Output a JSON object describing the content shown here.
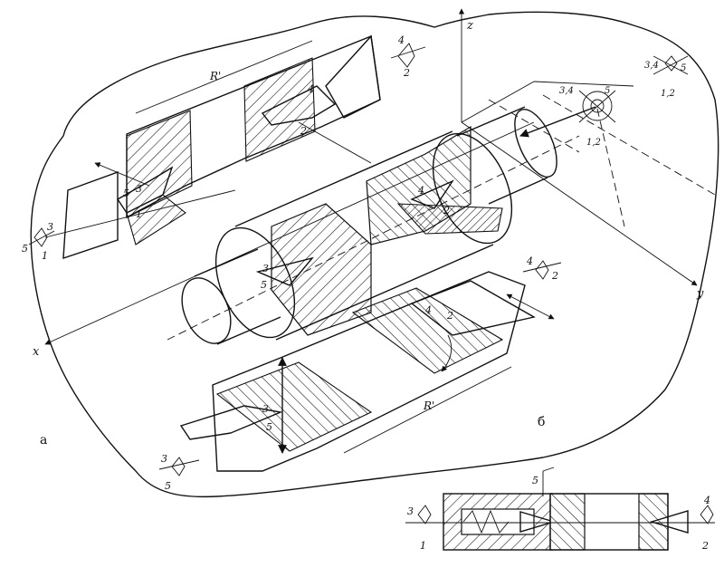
{
  "labels": {
    "panel_a": "а",
    "panel_b": "б",
    "axis_x": "x",
    "axis_y": "y",
    "axis_z": "z",
    "radius_top": "R'",
    "radius_bottom": "R'"
  },
  "top_left_tool_mark": {
    "top": "4",
    "bottom": "2"
  },
  "right_wall_mark": {
    "left": "3,4",
    "right": "5",
    "bottom": "1,2"
  },
  "right_wall_mark_2": {
    "left": "3,4",
    "right": "5",
    "bottom": "1,2"
  },
  "left_side_mark": {
    "a": "5",
    "b": "3",
    "c": "1"
  },
  "left_tool_labels": {
    "a": "5",
    "b": "3",
    "c": "1"
  },
  "bottom_left_mark": {
    "top": "3",
    "bottom": "5"
  },
  "bottom_right_mark": {
    "top": "4",
    "bottom": "2"
  },
  "center_labels": {
    "l1": "4",
    "l2": "2",
    "l3": "3",
    "l4": "5",
    "l5": "4",
    "l6": "2",
    "l7": "3",
    "l8": "5"
  },
  "inset": {
    "left_top": "3",
    "left_bottom": "1",
    "right_top": "4",
    "right_bottom": "2",
    "top_mark": "5"
  }
}
